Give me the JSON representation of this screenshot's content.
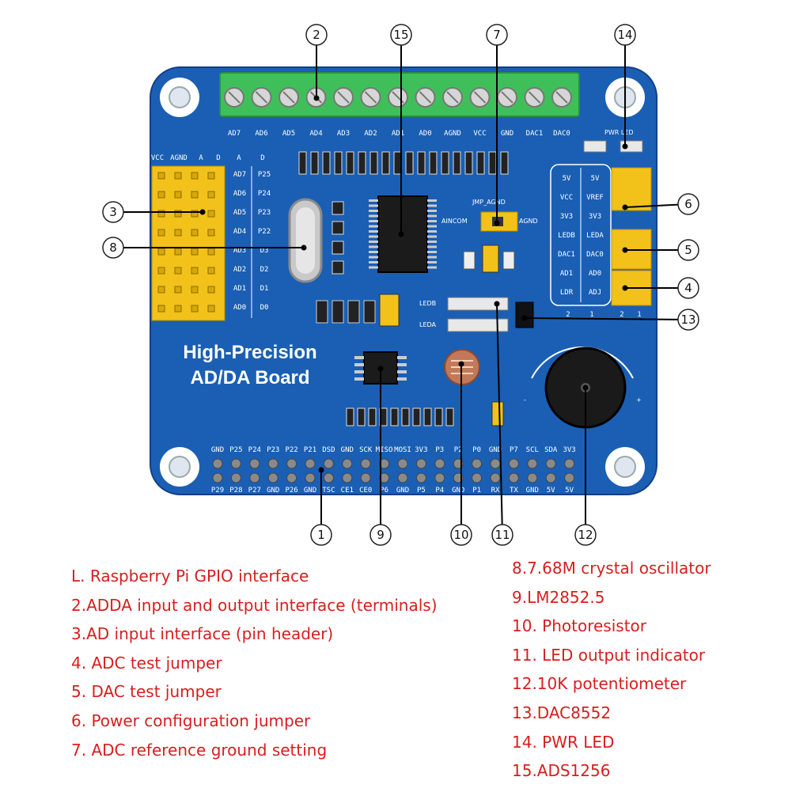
{
  "board": {
    "title_line1": "High-Precision",
    "title_line2": "AD/DA Board",
    "terminal_labels": [
      "AD7",
      "AD6",
      "AD5",
      "AD4",
      "AD3",
      "AD2",
      "AD1",
      "AD0",
      "AGND",
      "VCC",
      "GND",
      "DAC1",
      "DAC0"
    ],
    "header_top_labels": [
      "VCC",
      "AGND",
      "A",
      "D",
      "A",
      "D"
    ],
    "header_row_labels_a": [
      "AD7",
      "AD6",
      "AD5",
      "AD4",
      "AD3",
      "AD2",
      "AD1",
      "AD0"
    ],
    "header_row_labels_d": [
      "P25",
      "P24",
      "P23",
      "P22",
      "D3",
      "D2",
      "D1",
      "D0"
    ],
    "config_labels": [
      [
        "5V",
        "5V"
      ],
      [
        "VCC",
        "VREF"
      ],
      [
        "3V3",
        "3V3"
      ],
      [
        "LEDB",
        "LEDA"
      ],
      [
        "DAC1",
        "DAC0"
      ],
      [
        "AD1",
        "AD0"
      ],
      [
        "LDR",
        "ADJ"
      ]
    ],
    "config_col_labels": [
      "2",
      "1",
      "2",
      "1"
    ],
    "jmp_label": "JMP_AGND",
    "jmp_left": "AINCOM",
    "jmp_right": "AGND",
    "led_labels": [
      "LEDB",
      "LEDA"
    ],
    "pwr_led_label": "PWR LED",
    "gpio_top_labels": [
      "GND",
      "P25",
      "P24",
      "P23",
      "P22",
      "P21",
      "DSD",
      "GND",
      "SCK",
      "MISO",
      "MOSI",
      "3V3",
      "P3",
      "P2",
      "P0",
      "GND",
      "P7",
      "SCL",
      "SDA",
      "3V3"
    ],
    "gpio_bottom_labels": [
      "P29",
      "P28",
      "P27",
      "GND",
      "P26",
      "GND",
      "TSC",
      "CE1",
      "CE0",
      "P6",
      "GND",
      "P5",
      "P4",
      "GND",
      "P1",
      "RX",
      "TX",
      "GND",
      "5V",
      "5V"
    ],
    "pot_minus": "-",
    "pot_plus": "+"
  },
  "callouts": [
    {
      "num": "1"
    },
    {
      "num": "2"
    },
    {
      "num": "3"
    },
    {
      "num": "4"
    },
    {
      "num": "5"
    },
    {
      "num": "6"
    },
    {
      "num": "7"
    },
    {
      "num": "8"
    },
    {
      "num": "9"
    },
    {
      "num": "10"
    },
    {
      "num": "11"
    },
    {
      "num": "12"
    },
    {
      "num": "13"
    },
    {
      "num": "14"
    },
    {
      "num": "15"
    }
  ],
  "legend_left": [
    "L. Raspberry Pi GPIO interface",
    "2.ADDA input and output interface (terminals)",
    "3.AD input interface (pin header)",
    "4. ADC test jumper",
    "5. DAC test jumper",
    "6. Power configuration jumper",
    "7. ADC reference ground setting"
  ],
  "legend_right": [
    "8.7.68M crystal oscillator",
    "9.LM2852.5",
    "10. Photoresistor",
    "11. LED output indicator",
    "12.10K potentiometer",
    "13.DAC8552",
    "14. PWR LED",
    "15.ADS1256"
  ],
  "colors": {
    "pcb_blue": "#1a5fb4",
    "pcb_edge": "#123f8a",
    "terminal_green": "#3fbf5a",
    "header_yellow": "#f2c21b",
    "legend_red": "#d81e1e"
  }
}
